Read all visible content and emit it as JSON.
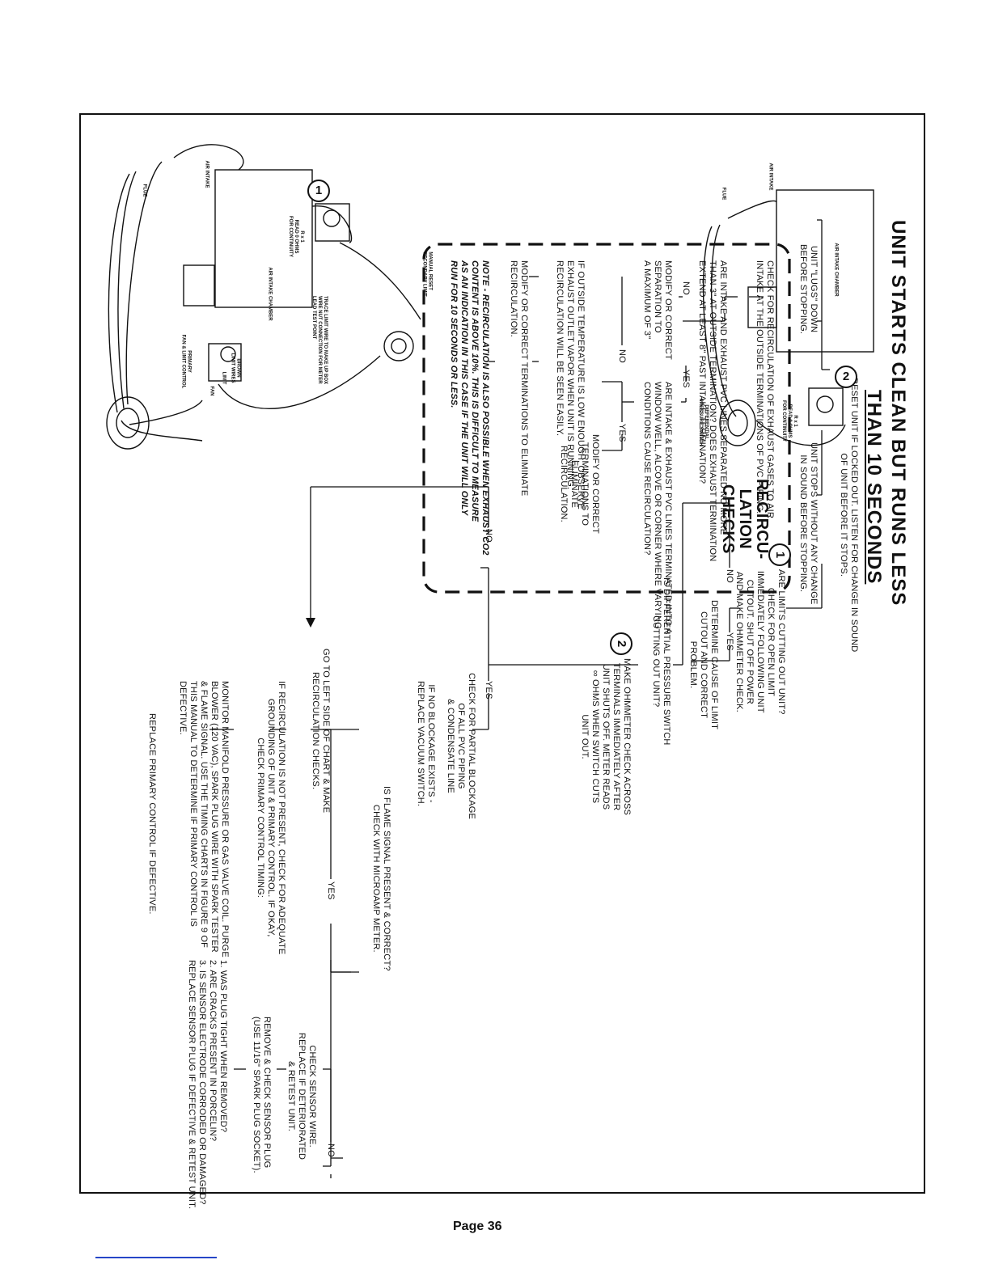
{
  "page": {
    "number": "Page 36"
  },
  "title_line1": "UNIT  STARTS  CLEAN  BUT  RUNS  LESS",
  "title_line2": "THAN 10 SECONDS",
  "reset": [
    "RESET UNIT IF LOCKED OUT. LISTEN FOR CHANGE IN SOUND",
    "OF UNIT BEFORE IT STOPS."
  ],
  "lugs": [
    "UNIT \"LUGS\" DOWN",
    "BEFORE STOPPING."
  ],
  "stops": [
    "UNIT STOPS WITHOUT ANY CHANGE",
    "IN SOUND BEFORE STOPPING."
  ],
  "limits": {
    "q": [
      "ARE LIMITS CUTTING OUT UNIT?",
      "CHECK FOR OPEN LIMIT",
      "IMMEDIATELY FOLLOWING UNIT",
      "CUTOUT. SHUT OFF POWER",
      "AND MAKE OHMMETER CHECK."
    ],
    "no": "NO",
    "yes": "YES",
    "yes_action": [
      "DETERMINE CAUSE OF LIMIT",
      "CUTOUT AND CORRECT",
      "PROBLEM."
    ]
  },
  "diff": {
    "q": [
      "IS DIFFERENTIAL PRESSURE SWITCH",
      "CUTTING OUT UNIT?"
    ],
    "ohm": [
      "MAKE OHMMETER CHECK ACROSS",
      "TERMINALS IMMEDIATELY AFTER",
      "UNIT SHUTS  OFF. METER READS",
      "∞ OHMS WHEN SWITCH CUTS",
      "UNIT OUT."
    ],
    "no": "NO",
    "yes": "YES",
    "yes_action": [
      "CHECK FOR PARTIAL BLOCKAGE",
      "OF ALL PVC PIPING",
      "& CONDENSATE LINE"
    ],
    "yes_action2": [
      "IF NO BLOCKAGE EXISTS -",
      "REPLACE VACUUM SWITCH."
    ]
  },
  "markers": {
    "one": "1",
    "two": "2"
  },
  "recirc": {
    "heading": [
      "RECIRCU-",
      "LATION",
      "CHECKS"
    ],
    "check": [
      "CHECK FOR RECIRCULATION OF EXHAUST GASES TO AIR",
      "INTAKE AT THE OUTSIDE TERMINATIONS OF PVC PIPING."
    ],
    "q1": [
      "ARE INTAKE AND EXHAUST PVC LINES SEPARATED NO MORE",
      "THAN 3\" AT OUTSIDE TERMINATION? DOES EXHAUST TERMINATION",
      "EXTEND AT LEAST 8\" PAST INTAKE TERMINATION?"
    ],
    "q1_no": "NO",
    "q1_yes": "YES",
    "q1_no_action": [
      "MODIFY OR CORRECT",
      "SEPARATION TO",
      "A MAXIMUM OF 3\""
    ],
    "q2": [
      "ARE INTAKE & EXHAUST PVC LINES TERMINATED INTO A",
      "WINDOW WELL, ALCOVE OR CORNER WHERE VARYING",
      "CONDITIONS CAUSE RECIRCULATION?"
    ],
    "q2_no": "NO",
    "q2_yes": "YES",
    "q2_yes_action": [
      "MODIFY OR CORRECT",
      "TERMINATIONS TO",
      "ELIMINATE",
      "RECIRCULATION."
    ],
    "q3": [
      "IF OUTSIDE TEMPERATURE IS LOW ENOUGH, OBSERVE",
      "EXHAUST OUTLET VAPOR WHEN UNIT IS RUNNING.",
      "RECIRCULATION WILL BE SEEN EASILY."
    ],
    "q3_action": [
      "MODIFY OR CORRECT TERMINATIONS TO ELIMINATE",
      "RECIRCULATION."
    ],
    "note": [
      "NOTE - RECIRCULATION IS ALSO POSSIBLE WHEN EXHAUST CO2",
      "CONTENT  IS  ABOVE 10%.  THIS IS DIFFICULT TO MEASURE",
      "AS AN INDICATION IN THIS CASE IF THE UNIT WILL ONLY",
      "RUN FOR 10 SECONDS OR LESS."
    ]
  },
  "flame": {
    "q": [
      "IS FLAME SIGNAL PRESENT & CORRECT?",
      "CHECK WITH MICROAMP METER."
    ],
    "no": "NO",
    "yes": "YES",
    "goto": [
      "GO TO LEFT SIDE OF CHART & MAKE",
      "RECIRCULATION CHECKS."
    ],
    "sensor": [
      "CHECK SENSOR WIRE.",
      "REPLACE IF DETERIORATED",
      "& RETEST  UNIT."
    ],
    "plug": [
      "REMOVE & CHECK SENSOR PLUG",
      "(USE 11/16\" SPARK PLUG SOCKET)."
    ],
    "plug_list": [
      "1.  WAS PLUG TIGHT WHEN REMOVED?",
      "2.  ARE CRACKS PRESENT IN PORCELIN?",
      "3.  IS SENSOR ELECTRODE CORRODED OR DAMAGED?",
      "REPLACE SENSOR PLUG IF DEFECTIVE & RETEST UNIT."
    ],
    "ground": [
      "IF RECIRCULATION IS NOT PRESENT, CHECK FOR ADEQUATE",
      "GROUNDING OF UNIT & PRIMARY CONTROL. IF OKAY,",
      "CHECK PRIMARY CONTROL TIMING:"
    ],
    "monitor": [
      "MONITOR MANIFOLD PRESSURE OR GAS VALVE COIL. PURGE",
      "BLOWER (120 VAC), SPARK PLUG WIRE WITH SPARK TESTER",
      "& FLAME SIGNAL. USE THE TIMING CHARTS IN FIGURE 9 OF",
      "THIS MANUAL TO DETERMINE IF PRIMARY CONTROL IS",
      "DEFECTIVE."
    ],
    "replace": "REPLACE PRIMARY CONTROL IF DEFECTIVE."
  },
  "illus1": {
    "flue": "FLUE",
    "air_intake": "AIR INTAKE",
    "chamber": "AIR INTAKE CHAMBER",
    "r1": [
      "R x 1",
      "READ 0 OHMS",
      "FOR CONTINUITY"
    ],
    "manual_reset": [
      "MANUAL RESET",
      "SECONDARY LIMIT"
    ],
    "trace": [
      "TRACE LIMIT WIRE TO MAKE UP BOX",
      "WIRE NUT CONNECTION FOR METER",
      "LEAD TEST POINT"
    ],
    "primary": [
      "PRIMARY",
      "FAN & LIMIT CONTROL"
    ],
    "brown": [
      "BROWN",
      "LIMIT WIRES"
    ],
    "fan": "FAN",
    "limit": "LIMIT"
  },
  "illus2": {
    "flue": "FLUE",
    "air_intake": "AIR INTAKE",
    "chamber": "AIR INTAKE CHAMBER",
    "r1": [
      "R x 1",
      "READ 0 OHMS",
      "FOR CONTINUITY"
    ],
    "diff": [
      "DIFFERENTIAL",
      "PRESSURE SWITCH"
    ]
  }
}
